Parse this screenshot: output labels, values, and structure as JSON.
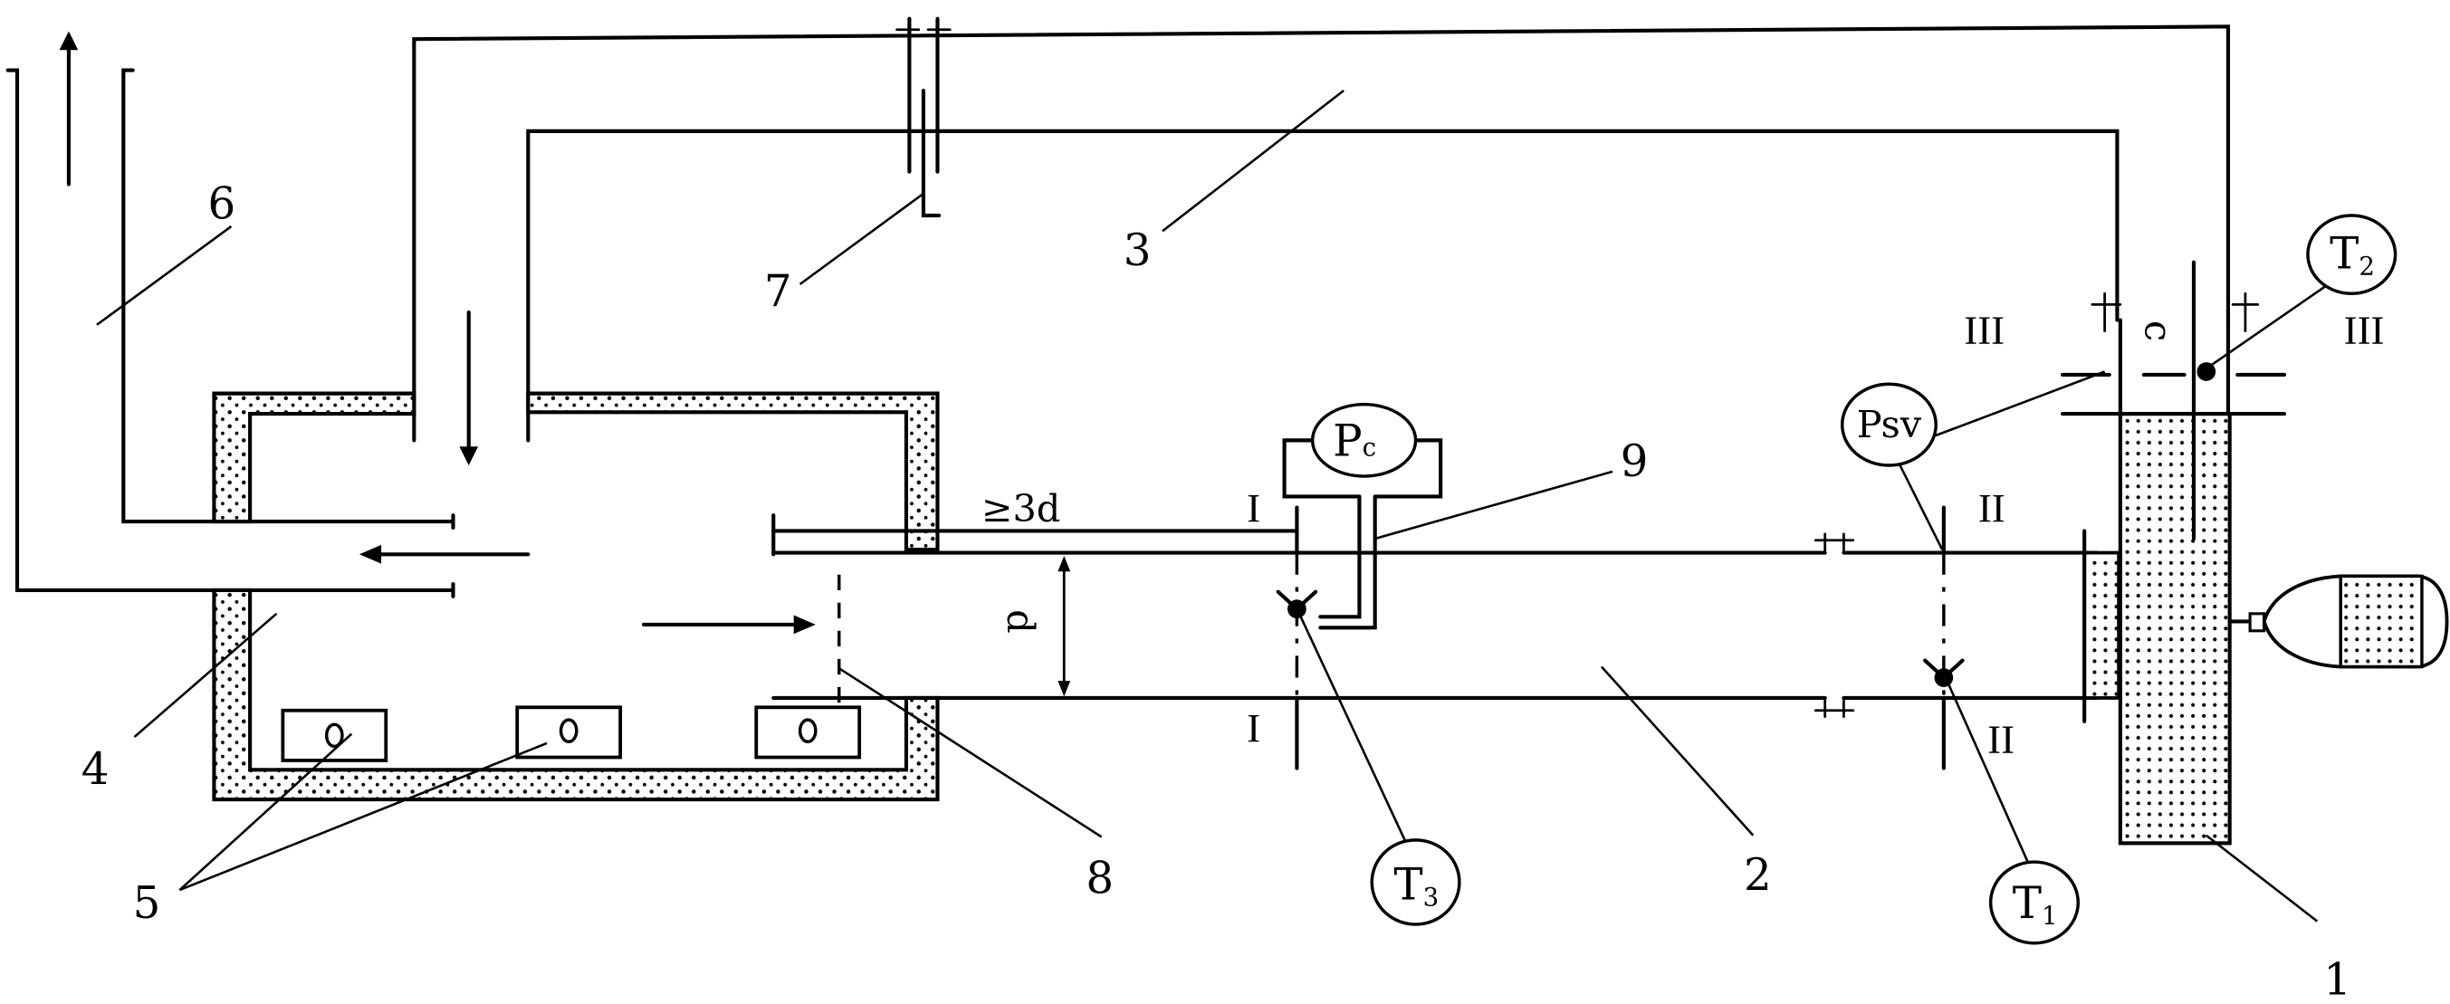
{
  "figure": {
    "description": "Schematic of a furnace flue-gas test rig with recirculation fan, duct and measuring points",
    "colors": {
      "line": "#000000",
      "background": "#ffffff",
      "insulation_fill": "#dcdcdc"
    }
  },
  "reference_numbers": {
    "fan": "1",
    "measuring_duct": "2",
    "recirculation_duct": "3",
    "furnace_chamber": "4",
    "burners": "5",
    "exhaust_stack": "6",
    "damper": "7",
    "grid": "8",
    "pressure_tube": "9"
  },
  "sensors": {
    "pc": {
      "main": "P",
      "sub": "c"
    },
    "psv": {
      "main": "Psv"
    },
    "t1": {
      "main": "T",
      "sub": "1"
    },
    "t2": {
      "main": "T",
      "sub": "2"
    },
    "t3": {
      "main": "T",
      "sub": "3"
    }
  },
  "sections": {
    "section_1_top": "I",
    "section_1_bottom": "I",
    "section_2_top": "II",
    "section_2_bottom": "II",
    "section_3_left": "III",
    "section_3_right": "III"
  },
  "dimensions": {
    "min_length": "≥3d",
    "diameter": "d",
    "fan_gap": "c"
  },
  "burner_marks": [
    "o",
    "o",
    "o"
  ]
}
